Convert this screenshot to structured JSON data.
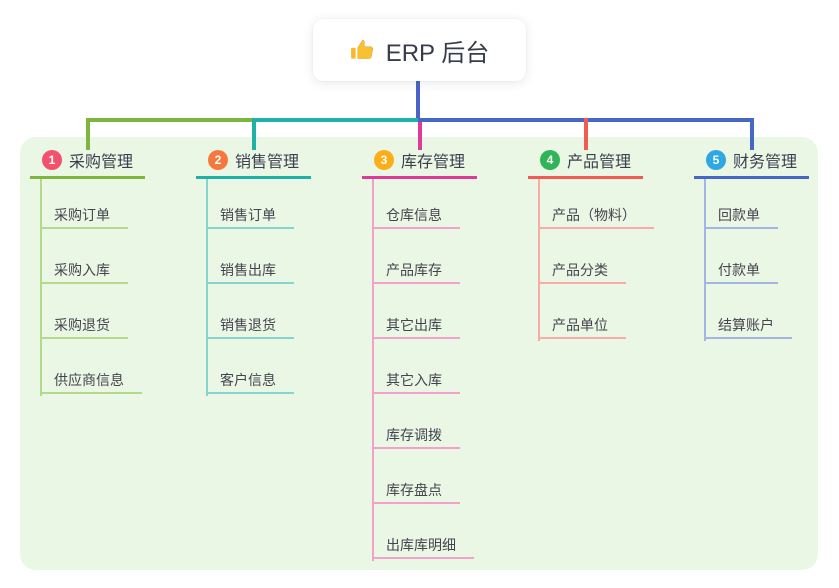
{
  "root": {
    "icon": "thumbs-up-icon",
    "title": "ERP 后台",
    "connector_color": "#4A63C8"
  },
  "canvas": {
    "background": "#FFFFFF",
    "panel_background": "#EBF7E5"
  },
  "branches": [
    {
      "number": "1",
      "title": "采购管理",
      "badge_color": "#F4526B",
      "line_color": "#7EB53F",
      "item_line_color": "#B5D98C",
      "items": [
        "采购订单",
        "采购入库",
        "采购退货",
        "供应商信息"
      ]
    },
    {
      "number": "2",
      "title": "销售管理",
      "badge_color": "#F5793D",
      "line_color": "#1FB1A7",
      "item_line_color": "#85D4CD",
      "items": [
        "销售订单",
        "销售出库",
        "销售退货",
        "客户信息"
      ]
    },
    {
      "number": "3",
      "title": "库存管理",
      "badge_color": "#FBAE17",
      "line_color": "#E03A98",
      "item_line_color": "#F3A0CC",
      "items": [
        "仓库信息",
        "产品库存",
        "其它出库",
        "其它入库",
        "库存调拨",
        "库存盘点",
        "出库库明细"
      ]
    },
    {
      "number": "4",
      "title": "产品管理",
      "badge_color": "#2FB457",
      "line_color": "#F15B52",
      "item_line_color": "#F8ACA5",
      "items": [
        "产品（物料）",
        "产品分类",
        "产品单位"
      ]
    },
    {
      "number": "5",
      "title": "财务管理",
      "badge_color": "#2FA7E0",
      "line_color": "#4667C8",
      "item_line_color": "#A3B6E3",
      "items": [
        "回款单",
        "付款单",
        "结算账户"
      ]
    }
  ]
}
